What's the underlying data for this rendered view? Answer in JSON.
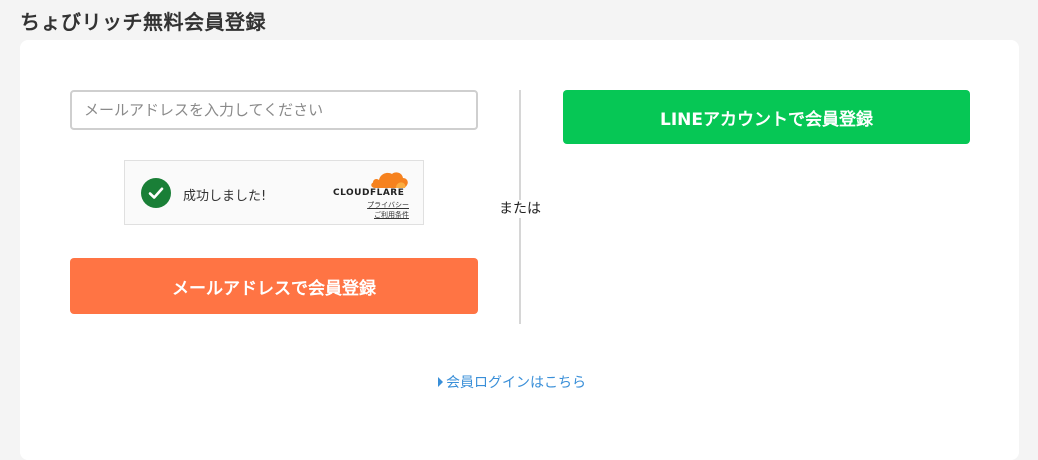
{
  "page": {
    "title": "ちょびリッチ無料会員登録"
  },
  "email_form": {
    "placeholder": "メールアドレスを入力してください",
    "value": "",
    "submit_label": "メールアドレスで会員登録"
  },
  "captcha": {
    "status_text": "成功しました!",
    "brand": "CLOUDFLARE",
    "privacy_link": "プライバシー",
    "terms_link": "ご利用条件"
  },
  "separator": {
    "label": "または"
  },
  "line_register": {
    "label": "LINEアカウントで会員登録"
  },
  "login": {
    "link_label": "会員ログインはこちら"
  },
  "colors": {
    "email_button": "#ff7444",
    "line_button": "#06c755",
    "link": "#3a8fd8",
    "captcha_check": "#1a7f37",
    "cloudflare_orange": "#f6821f"
  }
}
